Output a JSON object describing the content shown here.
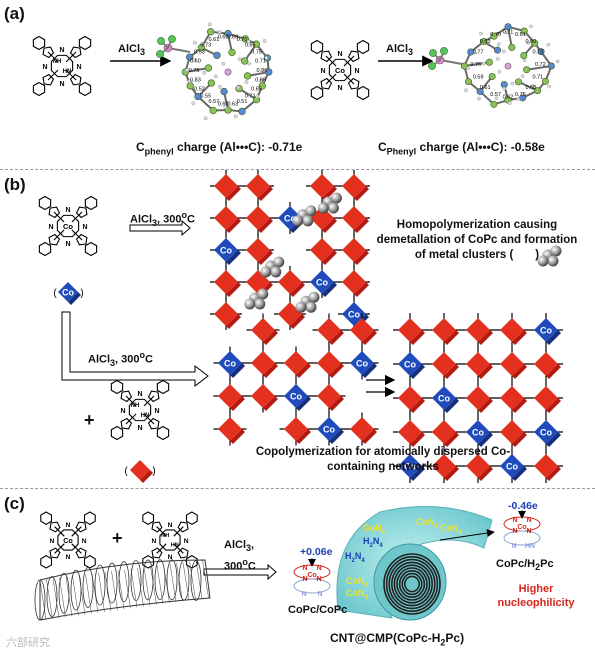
{
  "panels": {
    "a": {
      "label": "(a)",
      "reagent_1": "AlCl",
      "reagent_1_sub": "3",
      "reagent_2": "AlCl",
      "reagent_2_sub": "3",
      "charge_left": {
        "prefix": "C",
        "sub": "phenyl",
        "text": " charge (Al•••C): -0.71e"
      },
      "charge_right": {
        "prefix": "C",
        "sub": "Phenyl",
        "text": " charge (Al•••C): -0.58e"
      },
      "metal_label": "Co",
      "nh_labels": [
        "NH",
        "HN"
      ],
      "n_label": "N",
      "values_left": [
        "0.86",
        "0.88",
        "0.65",
        "0.71",
        "0.51",
        "0.63",
        "0.60",
        "0.57",
        "0.55",
        "0.52",
        "0.83",
        "0.75",
        "0.60",
        "0.53",
        "0.73",
        "0.61",
        "0.62",
        "0.69",
        "0.70",
        "0.65",
        "0.75",
        "0.71"
      ],
      "values_right": [
        "0.72",
        "0.71",
        "0.68",
        "0.75",
        "0.62",
        "0.57",
        "0.61",
        "0.59",
        "0.76",
        "0.77",
        "0.63",
        "0.70",
        "0.71",
        "0.61",
        "0.60",
        "0.73"
      ]
    },
    "b": {
      "label": "(b)",
      "reagent_top": "AlCl",
      "reagent_top_sub": "3",
      "reagent_top_temp": ", 300",
      "reagent_top_unit": "C",
      "reagent_mid": "AlCl",
      "reagent_mid_sub": "3",
      "reagent_mid_temp": ", 300",
      "reagent_mid_unit": "C",
      "metal_label": "Co",
      "plus": "+",
      "caption_top": [
        "Homopolymerization causing",
        "demetallation of CoPc and formation",
        "of metal clusters ("
      ],
      "caption_top_end": ")",
      "caption_bottom": [
        "Copolymerization for atomically dispersed Co-",
        "containing networks"
      ],
      "network_blocks": [
        [
          0,
          0,
          "r"
        ],
        [
          1,
          0,
          "r"
        ],
        [
          3,
          0,
          "r"
        ],
        [
          4,
          0,
          "r"
        ],
        [
          0,
          1,
          "r"
        ],
        [
          1,
          1,
          "r"
        ],
        [
          2,
          1,
          "b"
        ],
        [
          3,
          1,
          "r"
        ],
        [
          4,
          1,
          "r"
        ],
        [
          0,
          2,
          "b"
        ],
        [
          1,
          2,
          "r"
        ],
        [
          3,
          2,
          "r"
        ],
        [
          4,
          2,
          "r"
        ],
        [
          0,
          3,
          "r"
        ],
        [
          1,
          3,
          "r"
        ],
        [
          2,
          3,
          "r"
        ],
        [
          3,
          3,
          "b"
        ],
        [
          4,
          3,
          "r"
        ],
        [
          0,
          4,
          "r"
        ],
        [
          2,
          4,
          "r"
        ],
        [
          4,
          4,
          "b"
        ]
      ],
      "clusters": [
        [
          2.4,
          0.9
        ],
        [
          3.2,
          0.5
        ],
        [
          1.4,
          2.5
        ],
        [
          0.9,
          3.5
        ],
        [
          2.5,
          3.6
        ]
      ],
      "copoly_small": [
        [
          1,
          0,
          "r"
        ],
        [
          3,
          0,
          "r"
        ],
        [
          4,
          0,
          "r"
        ],
        [
          0,
          1,
          "b"
        ],
        [
          1,
          1,
          "r"
        ],
        [
          2,
          1,
          "r"
        ],
        [
          3,
          1,
          "r"
        ],
        [
          4,
          1,
          "b"
        ],
        [
          0,
          2,
          "r"
        ],
        [
          1,
          2,
          "r"
        ],
        [
          2,
          2,
          "b"
        ],
        [
          3,
          2,
          "r"
        ],
        [
          0,
          3,
          "r"
        ],
        [
          2,
          3,
          "r"
        ],
        [
          3,
          3,
          "b"
        ],
        [
          4,
          3,
          "r"
        ]
      ],
      "copoly_big": [
        [
          0,
          0,
          "r"
        ],
        [
          1,
          0,
          "r"
        ],
        [
          2,
          0,
          "r"
        ],
        [
          3,
          0,
          "r"
        ],
        [
          4,
          0,
          "b"
        ],
        [
          0,
          1,
          "b"
        ],
        [
          1,
          1,
          "r"
        ],
        [
          2,
          1,
          "r"
        ],
        [
          3,
          1,
          "r"
        ],
        [
          4,
          1,
          "r"
        ],
        [
          0,
          2,
          "r"
        ],
        [
          1,
          2,
          "b"
        ],
        [
          2,
          2,
          "r"
        ],
        [
          3,
          2,
          "r"
        ],
        [
          4,
          2,
          "r"
        ],
        [
          0,
          3,
          "r"
        ],
        [
          1,
          3,
          "r"
        ],
        [
          2,
          3,
          "b"
        ],
        [
          3,
          3,
          "r"
        ],
        [
          4,
          3,
          "b"
        ],
        [
          0,
          4,
          "b"
        ],
        [
          1,
          4,
          "r"
        ],
        [
          2,
          4,
          "r"
        ],
        [
          3,
          4,
          "b"
        ],
        [
          4,
          4,
          "r"
        ]
      ]
    },
    "c": {
      "label": "(c)",
      "plus": "+",
      "reagent": "AlCl",
      "reagent_sub": "3",
      "reagent_line2": "300",
      "reagent_unit": "C",
      "metal_label": "Co",
      "charge_left": "+0.06e",
      "charge_right": "-0.46e",
      "caption_left": "CoPc/CoPc",
      "caption_right": "CoPc/H",
      "caption_right_sub": "2",
      "caption_right_end": "Pc",
      "main_caption": "CNT@CMP(CoPc-H",
      "main_caption_sub": "2",
      "main_caption_end": "Pc)",
      "higher": [
        "Higher",
        "nucleophilicity"
      ],
      "tube_labels": [
        "CoN",
        "CoN",
        "H",
        "CoN",
        "H",
        "CoN",
        "CoN"
      ],
      "tube_label_subs": [
        "4",
        "4",
        "2",
        "4",
        "2",
        "4",
        "4"
      ],
      "tube_label_ends": [
        "",
        "",
        "N",
        "",
        "N",
        "",
        ""
      ],
      "tube_label_ends_sub": [
        "",
        "",
        "4",
        "",
        "4",
        "",
        ""
      ],
      "ring_letters": [
        "N",
        "N",
        "N",
        "N",
        "Co"
      ],
      "hn_bottom": [
        "N",
        "HN"
      ],
      "watermark": "六部研究"
    }
  },
  "colors": {
    "red_block": "#e4301f",
    "red_block_side": "#b51a10",
    "blue_block": "#1f4bbd",
    "blue_block_side": "#14307e",
    "tube_fill": "#7fd3d6",
    "highlight_red": "#d8261c"
  }
}
